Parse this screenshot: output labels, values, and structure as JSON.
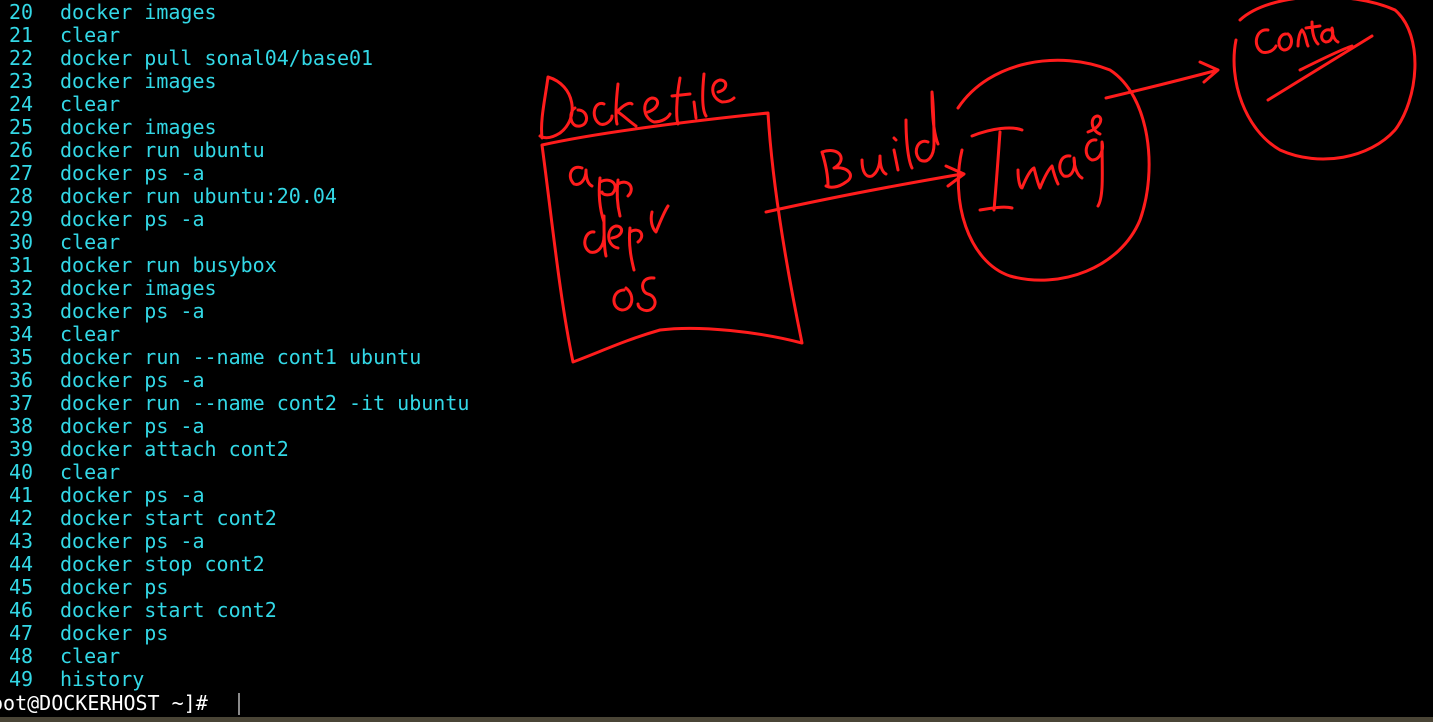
{
  "terminal": {
    "history": [
      {
        "num": "20",
        "cmd": "docker images"
      },
      {
        "num": "21",
        "cmd": "clear"
      },
      {
        "num": "22",
        "cmd": "docker pull sonal04/base01"
      },
      {
        "num": "23",
        "cmd": "docker images"
      },
      {
        "num": "24",
        "cmd": "clear"
      },
      {
        "num": "25",
        "cmd": "docker images"
      },
      {
        "num": "26",
        "cmd": "docker run ubuntu"
      },
      {
        "num": "27",
        "cmd": "docker ps -a"
      },
      {
        "num": "28",
        "cmd": "docker run ubuntu:20.04"
      },
      {
        "num": "29",
        "cmd": "docker ps -a"
      },
      {
        "num": "30",
        "cmd": "clear"
      },
      {
        "num": "31",
        "cmd": "docker run busybox"
      },
      {
        "num": "32",
        "cmd": "docker images"
      },
      {
        "num": "33",
        "cmd": "docker ps -a"
      },
      {
        "num": "34",
        "cmd": "clear"
      },
      {
        "num": "35",
        "cmd": "docker run --name cont1 ubuntu"
      },
      {
        "num": "36",
        "cmd": "docker ps -a"
      },
      {
        "num": "37",
        "cmd": "docker run --name cont2 -it ubuntu"
      },
      {
        "num": "38",
        "cmd": "docker ps -a"
      },
      {
        "num": "39",
        "cmd": "docker attach cont2"
      },
      {
        "num": "40",
        "cmd": "clear"
      },
      {
        "num": "41",
        "cmd": "docker ps -a"
      },
      {
        "num": "42",
        "cmd": "docker start cont2"
      },
      {
        "num": "43",
        "cmd": "docker ps -a"
      },
      {
        "num": "44",
        "cmd": "docker stop cont2"
      },
      {
        "num": "45",
        "cmd": "docker ps"
      },
      {
        "num": "46",
        "cmd": "docker start cont2"
      },
      {
        "num": "47",
        "cmd": "docker ps"
      },
      {
        "num": "48",
        "cmd": "clear"
      },
      {
        "num": "49",
        "cmd": "history"
      }
    ],
    "prompt": "oot@DOCKERHOST ~]# "
  },
  "annotation": {
    "labels": {
      "dockerfile": "Dockerfile",
      "box_lines": [
        "app",
        "depn",
        "os"
      ],
      "arrow": "Build",
      "image": "Image",
      "container": "Conta"
    }
  },
  "colors": {
    "background": "#000000",
    "history_text": "#33d8e6",
    "prompt_text": "#ffffff",
    "annotation_ink": "#ff1c1c"
  }
}
